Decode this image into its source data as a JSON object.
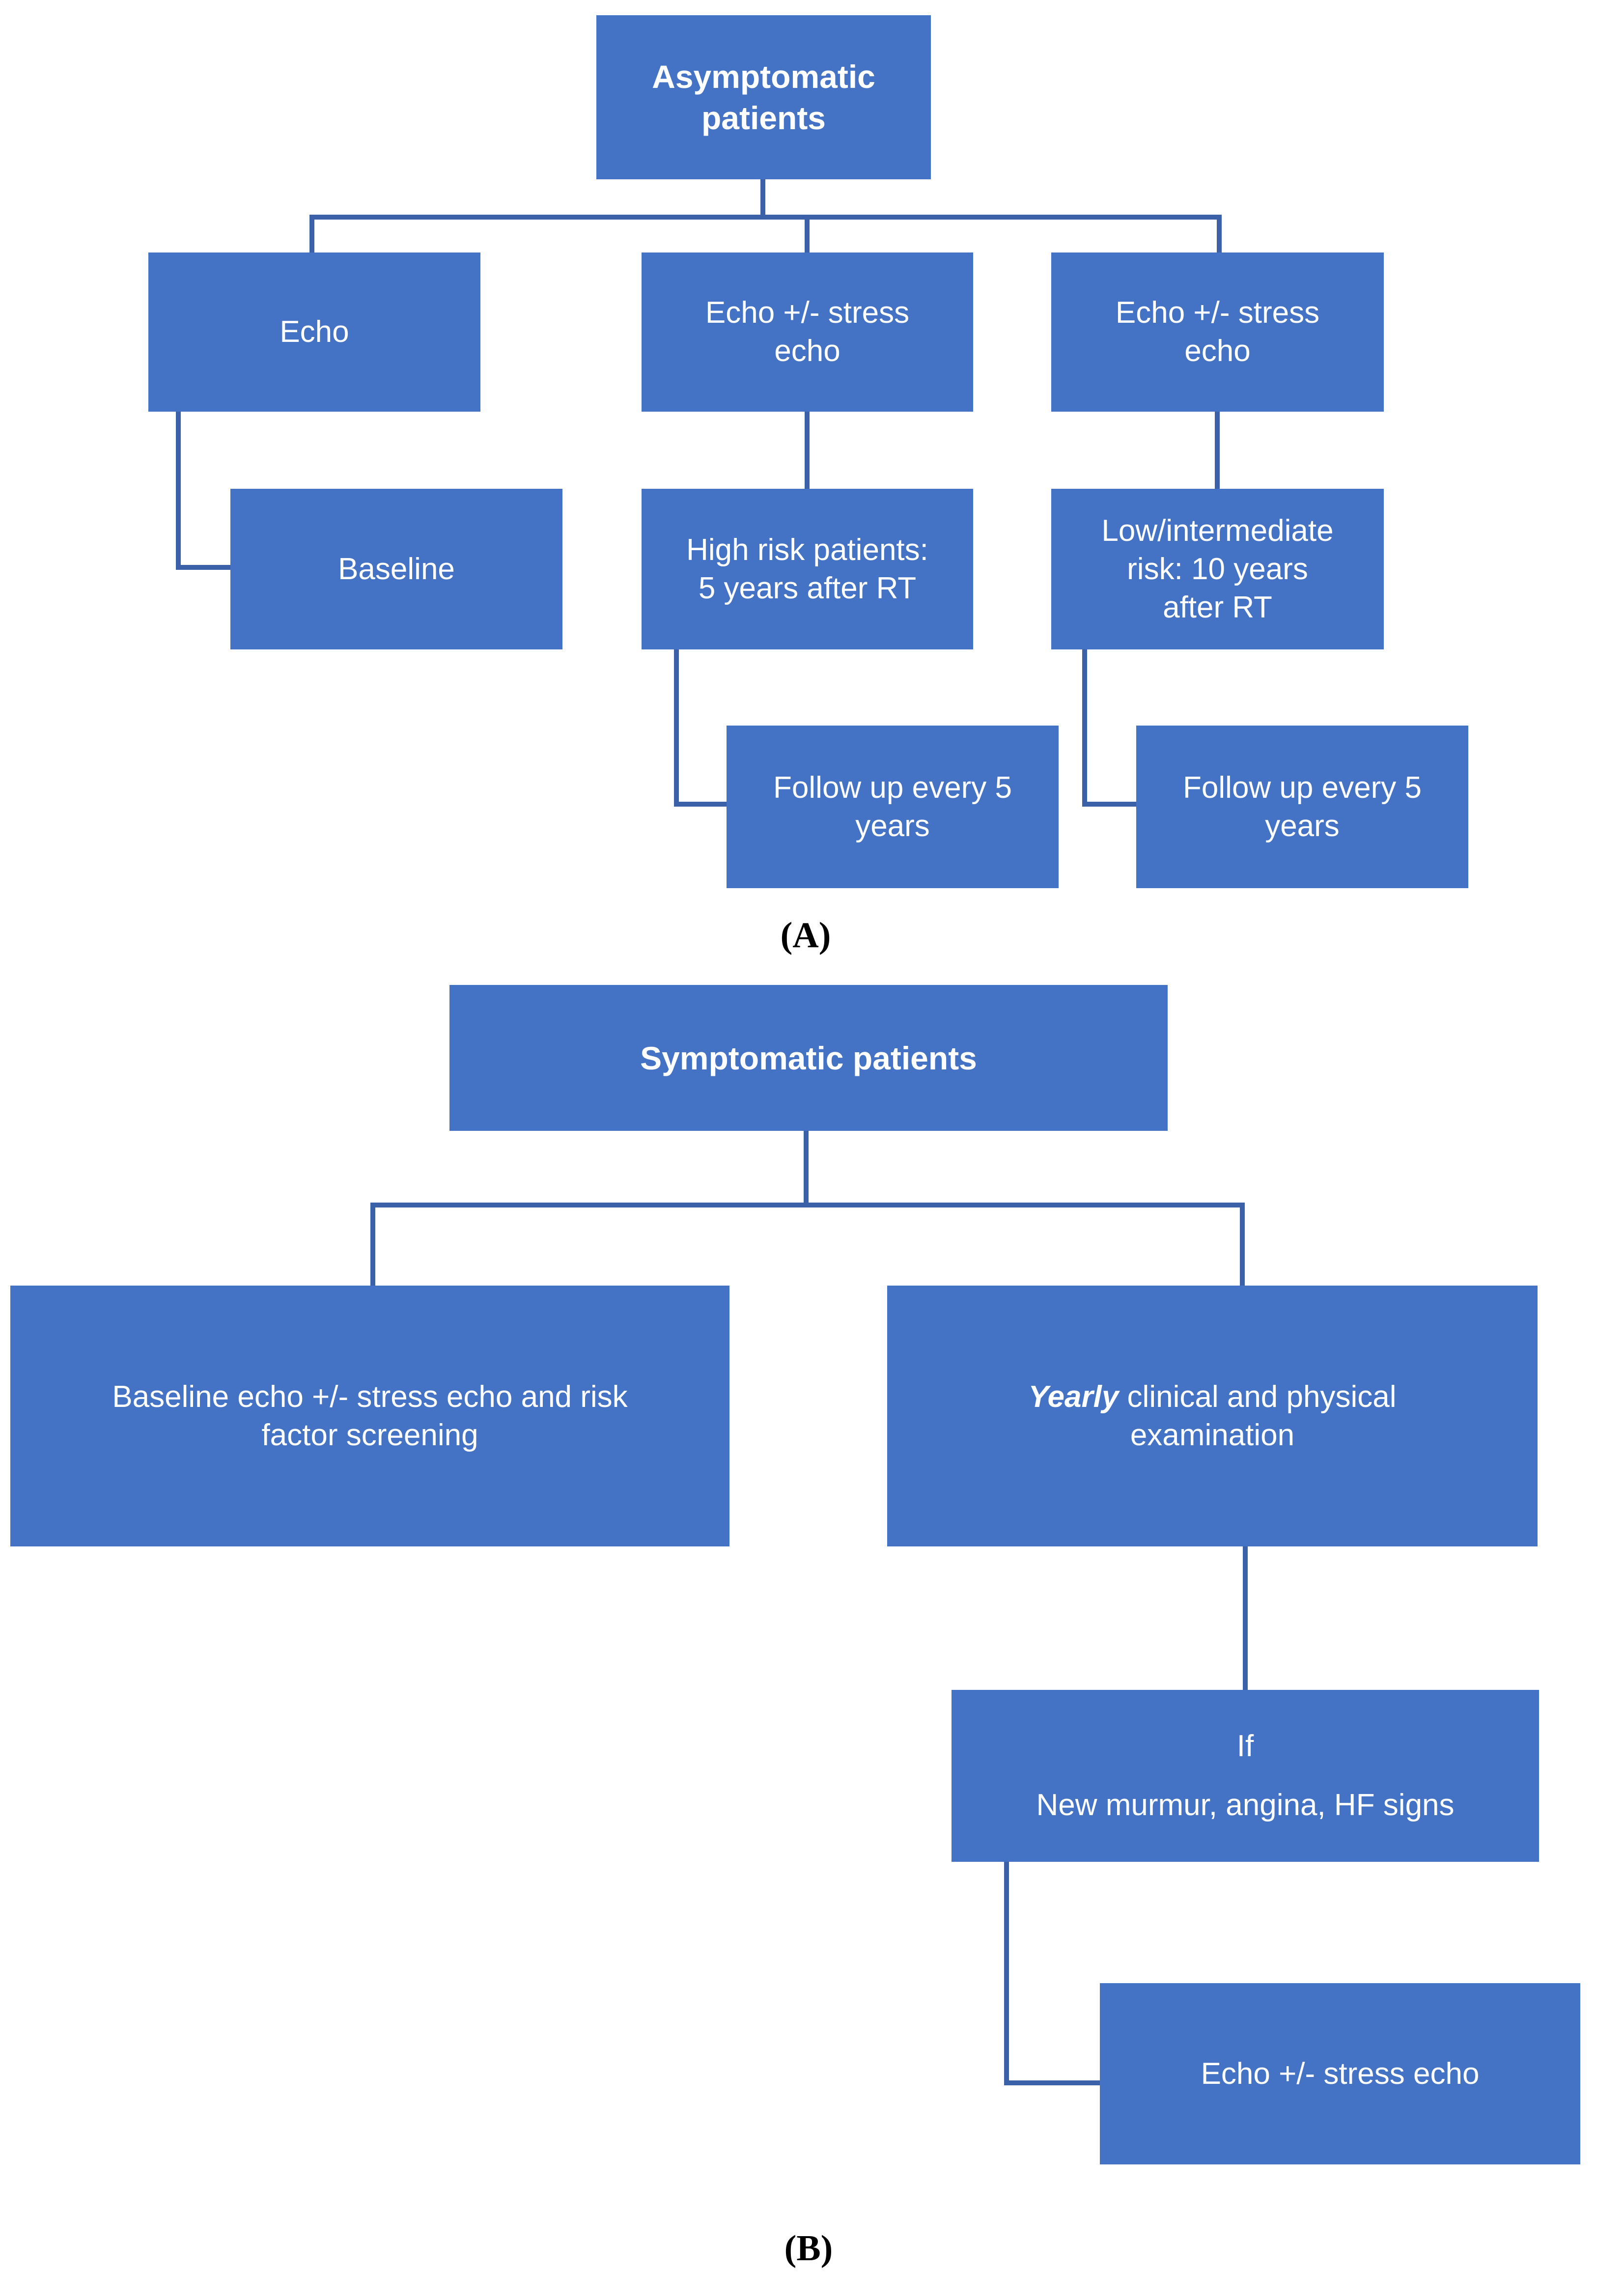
{
  "colors": {
    "box_fill": "#4472C4",
    "connector": "#3B61A9",
    "box_text": "#FFFFFF",
    "label_color": "#000000",
    "page_bg": "#FFFFFF"
  },
  "panel_a": {
    "label": "(A)",
    "nodes": {
      "asymptomatic": "Asymptomatic\npatients",
      "echo": "Echo",
      "echo_stress_mid": "Echo +/- stress\necho",
      "echo_stress_right": "Echo +/- stress\necho",
      "baseline": "Baseline",
      "high_risk": "High risk patients:\n5 years after RT",
      "low_intermediate": "Low/intermediate\nrisk: 10 years\nafter RT",
      "followup_mid": "Follow up every 5\nyears",
      "followup_right": "Follow up every 5\nyears"
    }
  },
  "panel_b": {
    "label": "(B)",
    "nodes": {
      "symptomatic": "Symptomatic patients",
      "baseline_screening": "Baseline echo +/- stress echo and risk\nfactor screening",
      "yearly_bold": "Yearly",
      "yearly_rest": " clinical and physical\nexamination",
      "if_title": "If",
      "if_body": "New murmur, angina, HF signs",
      "echo_stress": "Echo +/- stress echo"
    }
  }
}
